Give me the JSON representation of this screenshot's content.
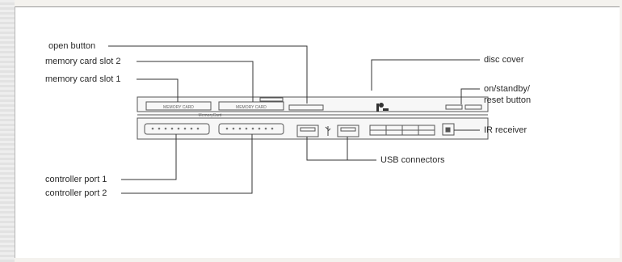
{
  "labels": {
    "open_button": "open button",
    "memory_card_slot_2": "memory card slot 2",
    "memory_card_slot_1": "memory card slot 1",
    "disc_cover": "disc cover",
    "on_standby_line1": "on/standby/",
    "on_standby_line2": "reset button",
    "ir_receiver": "IR receiver",
    "usb_connectors": "USB connectors",
    "controller_port_1": "controller port 1",
    "controller_port_2": "controller port 2"
  },
  "console": {
    "slot_1_text": "MEMORY CARD",
    "slot_2_text": "MEMORY CARD",
    "brand_text": "MemoryCard"
  },
  "colors": {
    "line": "#333333",
    "outline": "#555555",
    "panel": "#f7f7f7"
  }
}
